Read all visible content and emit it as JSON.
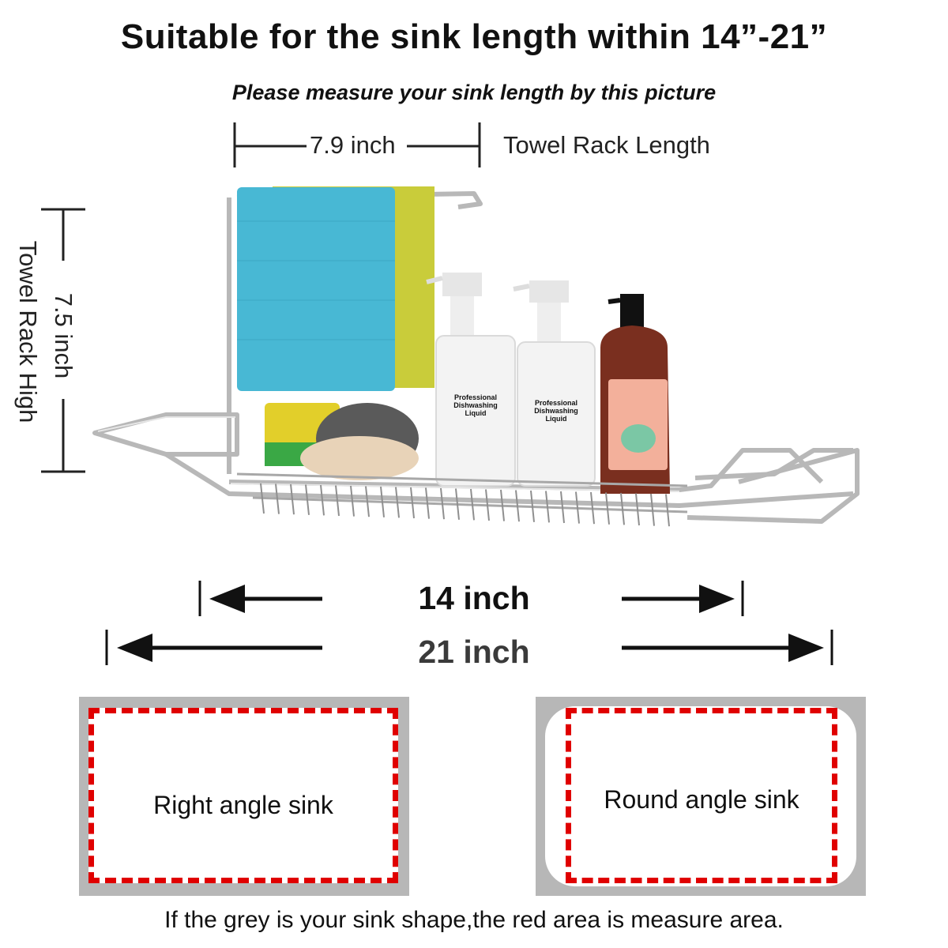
{
  "header": {
    "title": "Suitable for the sink length within 14”-21”",
    "subtitle": "Please measure your sink length by this picture"
  },
  "towel_rack": {
    "length_value": "7.9 inch",
    "length_label": "Towel Rack Length",
    "height_value": "7.5 inch",
    "height_label": "Towel Rack High"
  },
  "bottles": [
    {
      "label_line1": "Professional",
      "label_line2": "Dishwashing",
      "label_line3": "Liquid"
    },
    {
      "label_line1": "Professional",
      "label_line2": "Dishwashing",
      "label_line3": "Liquid"
    }
  ],
  "extension": {
    "min_length": "14 inch",
    "max_length": "21 inch"
  },
  "sinks": [
    {
      "label": "Right angle sink"
    },
    {
      "label": "Round angle sink"
    }
  ],
  "footnote": "If the grey is your sink shape,the red area is measure area.",
  "colors": {
    "measure_area": "#e00000",
    "sink_shape": "#b7b7b7",
    "towel_blue": "#48b8d4",
    "towel_yellow": "#c9cc3a",
    "soap_amber": "#7a2f1f"
  }
}
